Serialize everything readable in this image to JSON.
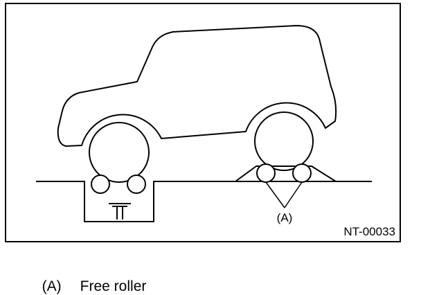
{
  "diagram": {
    "figure_code": "NT-00033",
    "callout_label": "(A)",
    "stroke_color": "#000000",
    "background_color": "#ffffff"
  },
  "legend": {
    "key": "(A)",
    "description": "Free roller"
  }
}
